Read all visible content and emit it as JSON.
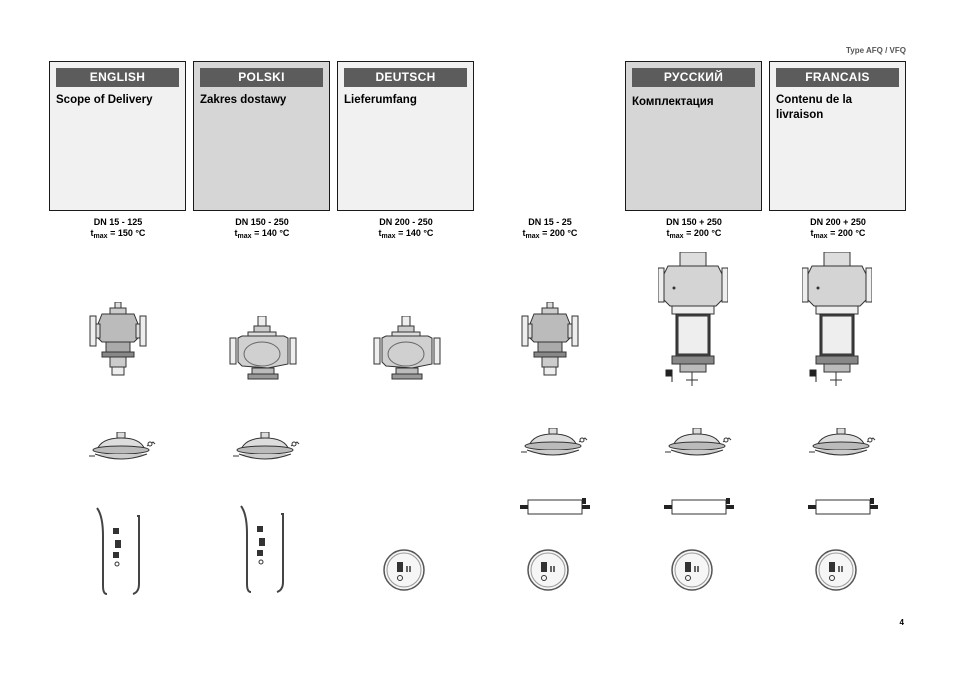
{
  "header": {
    "type_label": "Type AFQ /  VFQ"
  },
  "page_number": "4",
  "languages": [
    {
      "header": "ENGLISH",
      "title": "Scope of Delivery"
    },
    {
      "header": "POLSKI",
      "title": "Zakres dostawy"
    },
    {
      "header": "DEUTSCH",
      "title": "Lieferumfang"
    },
    {
      "header": "РУССКИЙ",
      "title": "Комплектация"
    },
    {
      "header": "FRANCAIS",
      "title": "Contenu de la livraison"
    }
  ],
  "columns": [
    {
      "dn": "DN 15 - 125",
      "t_label": "t",
      "t_sub": "max",
      "t_value": " = 150 °C"
    },
    {
      "dn": "DN 150 - 250",
      "t_label": "t",
      "t_sub": "max",
      "t_value": " = 140 °C"
    },
    {
      "dn": "DN 200 - 250",
      "t_label": "t",
      "t_sub": "max",
      "t_value": " = 140 °C"
    },
    {
      "dn": "DN 15 - 25",
      "t_label": "t",
      "t_sub": "max",
      "t_value": " = 200 °C"
    },
    {
      "dn": "DN 150 + 250",
      "t_label": "t",
      "t_sub": "max",
      "t_value": " = 200 °C"
    },
    {
      "dn": "DN 200 + 250",
      "t_label": "t",
      "t_sub": "max",
      "t_value": " = 200 °C"
    }
  ],
  "illustrations": {
    "valves": [
      "small-flanged-valve-icon",
      "large-valve-icon",
      "large-valve-icon",
      "small-flanged-valve-icon",
      "tall-valve-with-cooler-icon",
      "tall-valve-with-cooler-icon"
    ],
    "actuators": [
      "diaphragm-actuator-icon",
      "diaphragm-actuator-icon",
      null,
      "diaphragm-actuator-icon",
      "diaphragm-actuator-icon",
      "diaphragm-actuator-icon"
    ],
    "accessories": [
      "impulse-tube-kit-icon",
      "impulse-tube-kit-icon",
      "coiled-tube-kit-icon",
      "coiled-tube-kit-icon",
      "coiled-tube-kit-icon",
      "coiled-tube-kit-icon"
    ],
    "sealing_pots": [
      "sealing-pot-icon",
      "sealing-pot-icon",
      "sealing-pot-icon"
    ]
  }
}
